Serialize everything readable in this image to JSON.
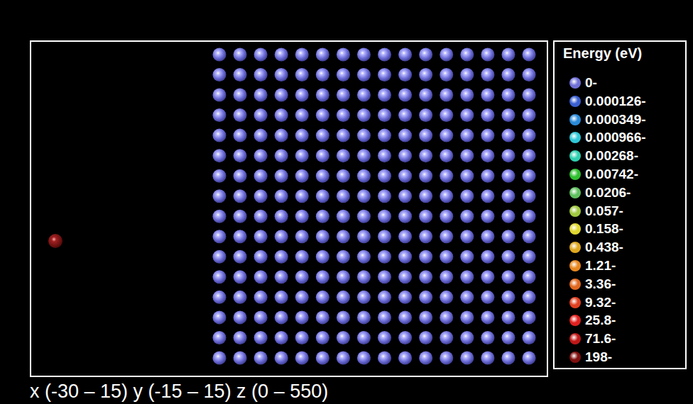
{
  "diagram": {
    "labels": [
      "Energy (eV)",
      "x (-30 – 15) y (-15 – 15) z (0 – 550)"
    ],
    "legend": [
      {
        "text": "0-",
        "color": "#7070d8"
      },
      {
        "text": "0.000126-",
        "color": "#3a5fd0"
      },
      {
        "text": "0.000349-",
        "color": "#2a8ad8"
      },
      {
        "text": "0.000966-",
        "color": "#30c8d8"
      },
      {
        "text": "0.00268-",
        "color": "#30d0b0"
      },
      {
        "text": "0.00742-",
        "color": "#30c030"
      },
      {
        "text": "0.0206-",
        "color": "#60c060"
      },
      {
        "text": "0.057-",
        "color": "#a0c840"
      },
      {
        "text": "0.158-",
        "color": "#e0d830"
      },
      {
        "text": "0.438-",
        "color": "#e0a820"
      },
      {
        "text": "1.21-",
        "color": "#e88820"
      },
      {
        "text": "3.36-",
        "color": "#e06820"
      },
      {
        "text": "9.32-",
        "color": "#e04020"
      },
      {
        "text": "25.8-",
        "color": "#e02020"
      },
      {
        "text": "71.6-",
        "color": "#c01818"
      },
      {
        "text": "198-",
        "color": "#801010"
      }
    ]
  }
}
